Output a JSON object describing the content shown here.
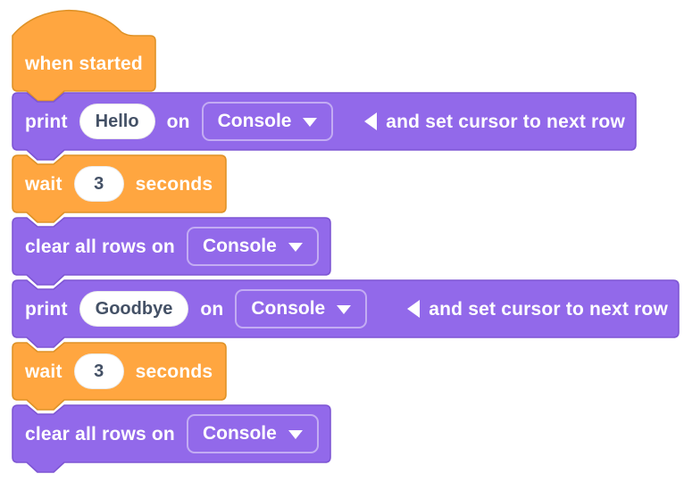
{
  "colors": {
    "orange": {
      "fill": "#FFA640",
      "stroke": "#DF9227"
    },
    "purple": {
      "fill": "#9269EA",
      "stroke": "#7E56D4"
    },
    "input_text": "#445166",
    "label_text": "#FFFFFF"
  },
  "blocks": {
    "b1": {
      "label": "when started"
    },
    "b2": {
      "verb": "print",
      "value": "Hello",
      "conj": "on",
      "target": "Console",
      "suffix": "and set cursor to next row"
    },
    "b3": {
      "verb": "wait",
      "value": "3",
      "unit": "seconds"
    },
    "b4": {
      "label": "clear all rows on",
      "target": "Console"
    },
    "b5": {
      "verb": "print",
      "value": "Goodbye",
      "conj": "on",
      "target": "Console",
      "suffix": "and set cursor to next row"
    },
    "b6": {
      "verb": "wait",
      "value": "3",
      "unit": "seconds"
    },
    "b7": {
      "label": "clear all rows on",
      "target": "Console"
    }
  }
}
